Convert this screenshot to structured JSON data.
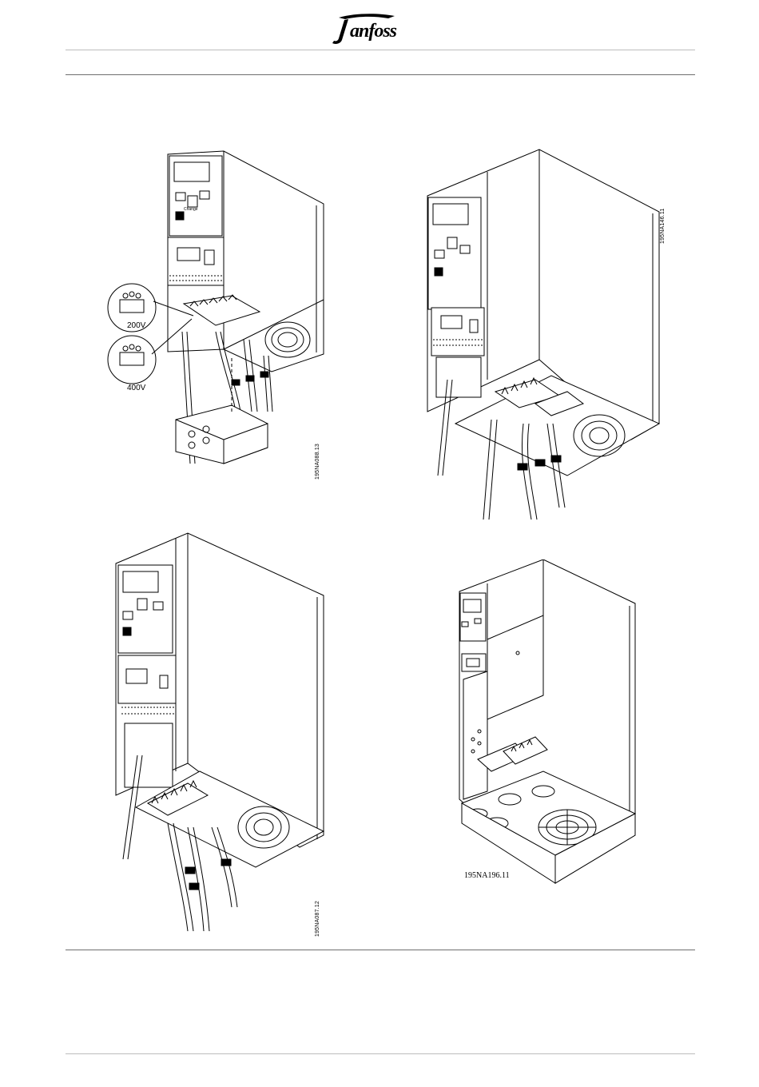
{
  "brand": {
    "name": "Danfoss"
  },
  "figures": [
    {
      "id": "top-left",
      "code": "195NA088.13",
      "callouts": [
        "200V",
        "400V"
      ]
    },
    {
      "id": "top-right",
      "code": "195NA146.11"
    },
    {
      "id": "bottom-left",
      "code": "195NA087.12"
    },
    {
      "id": "bottom-right",
      "code": "195NA196.11"
    }
  ]
}
